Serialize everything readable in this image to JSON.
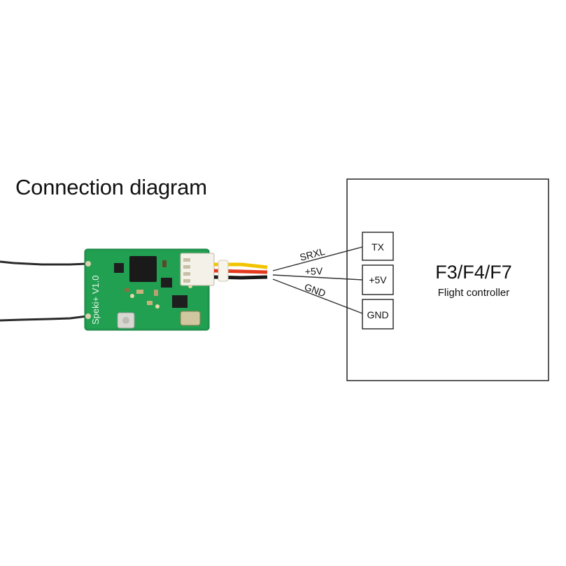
{
  "title": "Connection diagram",
  "receiver": {
    "board_label": "Speki+ V1.0"
  },
  "wires": [
    {
      "label": "SRXL",
      "color": "#f2c400"
    },
    {
      "label": "+5V",
      "color": "#e23b20"
    },
    {
      "label": "GND",
      "color": "#1a1a1a"
    }
  ],
  "flight_controller": {
    "model": "F3/F4/F7",
    "caption": "Flight controller",
    "pins": [
      "TX",
      "+5V",
      "GND"
    ]
  },
  "colors": {
    "pcb": "#1f9a4f",
    "antenna": "#2a2a2a",
    "line": "#333333"
  }
}
